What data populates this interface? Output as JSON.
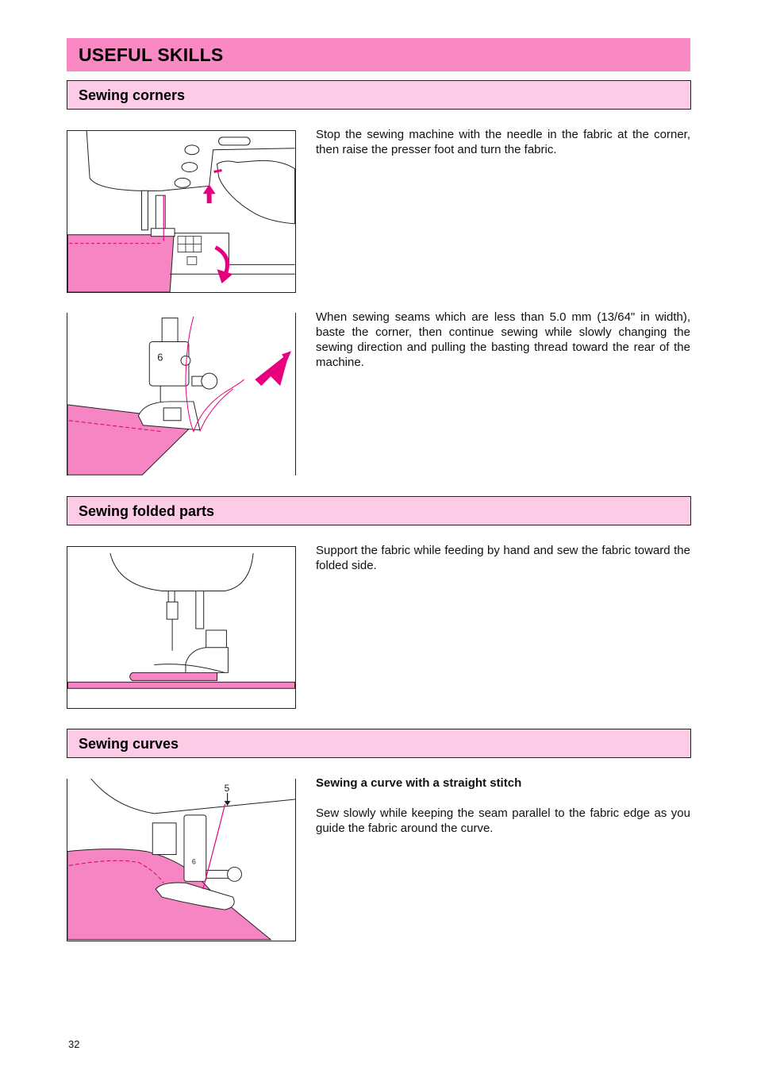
{
  "page": {
    "title": "USEFUL SKILLS",
    "number": "32"
  },
  "sections": {
    "corners": {
      "heading": "Sewing corners",
      "text1": "Stop the sewing machine with the needle in the fabric at the corner, then raise the presser foot and turn the fabric.",
      "text2": "When sewing seams which are less than 5.0 mm (13/64\" in width), baste the corner, then continue sewing while slowly changing the sewing direction and pulling the basting thread toward the rear of the machine.",
      "foot_label": "6"
    },
    "folded": {
      "heading": "Sewing folded parts",
      "text": "Support the fabric while feeding by hand and sew the fabric toward the folded side."
    },
    "curves": {
      "heading": "Sewing curves",
      "subtitle": "Sewing a curve with a straight stitch",
      "text": "Sew slowly while keeping the seam parallel to the fabric edge as you guide the fabric around the curve.",
      "pattern_label": "5",
      "foot_label": "6"
    }
  },
  "colors": {
    "header_pink": "#f988c3",
    "subheader_pink": "#fccbe6",
    "fabric_pink": "#f585c3",
    "arrow_magenta": "#e6007e"
  }
}
